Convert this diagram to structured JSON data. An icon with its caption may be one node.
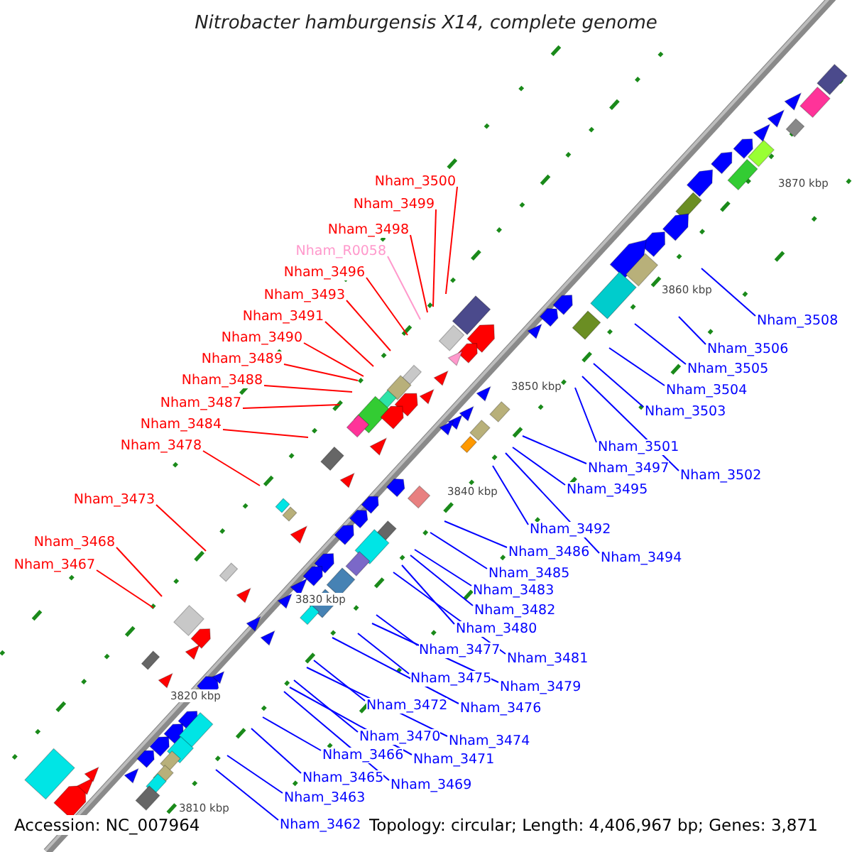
{
  "diagram": {
    "title": "Nitrobacter hamburgensis X14, complete genome",
    "nodes": [
      {
        "text": [
          "Nham_3500"
        ]
      },
      {
        "text": [
          "Nham_3499"
        ]
      },
      {
        "text": [
          "Nham_3498"
        ]
      },
      {
        "text": [
          "Nham_R0058"
        ]
      },
      {
        "text": [
          "Nham_3496"
        ]
      },
      {
        "text": [
          "Nham_3493"
        ]
      },
      {
        "text": [
          "Nham_3491"
        ]
      },
      {
        "text": [
          "Nham_3490"
        ]
      },
      {
        "text": [
          "Nham_3489"
        ]
      },
      {
        "text": [
          "Nham_3488"
        ]
      },
      {
        "text": [
          "Nham_3487"
        ]
      },
      {
        "text": [
          "Nham_3484"
        ]
      },
      {
        "text": [
          "Nham_3478"
        ]
      },
      {
        "text": [
          "Nham_3473"
        ]
      },
      {
        "text": [
          "Nham_3468"
        ]
      },
      {
        "text": [
          "Nham_3467"
        ]
      },
      {
        "text": [
          "Nham_3508"
        ]
      },
      {
        "text": [
          "Nham_3506"
        ]
      },
      {
        "text": [
          "Nham_3505"
        ]
      },
      {
        "text": [
          "Nham_3504"
        ]
      },
      {
        "text": [
          "Nham_3503"
        ]
      },
      {
        "text": [
          "Nham_3501"
        ]
      },
      {
        "text": [
          "Nham_3497"
        ]
      },
      {
        "text": [
          "Nham_3502"
        ]
      },
      {
        "text": [
          "Nham_3495"
        ]
      },
      {
        "text": [
          "Nham_3492"
        ]
      },
      {
        "text": [
          "Nham_3486"
        ]
      },
      {
        "text": [
          "Nham_3494"
        ]
      },
      {
        "text": [
          "Nham_3485"
        ]
      },
      {
        "text": [
          "Nham_3483"
        ]
      },
      {
        "text": [
          "Nham_3482"
        ]
      },
      {
        "text": [
          "Nham_3480"
        ]
      },
      {
        "text": [
          "Nham_3477"
        ]
      },
      {
        "text": [
          "Nham_3481"
        ]
      },
      {
        "text": [
          "Nham_3475"
        ]
      },
      {
        "text": [
          "Nham_3479"
        ]
      },
      {
        "text": [
          "Nham_3472"
        ]
      },
      {
        "text": [
          "Nham_3476"
        ]
      },
      {
        "text": [
          "Nham_3470"
        ]
      },
      {
        "text": [
          "Nham_3474"
        ]
      },
      {
        "text": [
          "Nham_3466"
        ]
      },
      {
        "text": [
          "Nham_3471"
        ]
      },
      {
        "text": [
          "Nham_3465"
        ]
      },
      {
        "text": [
          "Nham_3469"
        ]
      },
      {
        "text": [
          "Nham_3463"
        ]
      },
      {
        "text": [
          "Nham_3462"
        ]
      }
    ],
    "edges": [
      {
        "from": 0,
        "to": null,
        "arrow": "none",
        "color": "#ff0000"
      },
      {
        "from": 1,
        "to": null,
        "arrow": "none",
        "color": "#ff0000"
      },
      {
        "from": 2,
        "to": null,
        "arrow": "none",
        "color": "#ff0000"
      },
      {
        "from": 3,
        "to": null,
        "arrow": "none",
        "color": "#ff99cc"
      },
      {
        "from": 4,
        "to": null,
        "arrow": "none",
        "color": "#ff0000"
      },
      {
        "from": 5,
        "to": null,
        "arrow": "none",
        "color": "#ff0000"
      },
      {
        "from": 6,
        "to": null,
        "arrow": "none",
        "color": "#ff0000"
      },
      {
        "from": 7,
        "to": null,
        "arrow": "none",
        "color": "#ff0000"
      },
      {
        "from": 8,
        "to": null,
        "arrow": "none",
        "color": "#ff0000"
      },
      {
        "from": 9,
        "to": null,
        "arrow": "none",
        "color": "#ff0000"
      },
      {
        "from": 10,
        "to": null,
        "arrow": "none",
        "color": "#ff0000"
      },
      {
        "from": 11,
        "to": null,
        "arrow": "none",
        "color": "#ff0000"
      },
      {
        "from": 12,
        "to": null,
        "arrow": "none",
        "color": "#ff0000"
      },
      {
        "from": 13,
        "to": null,
        "arrow": "none",
        "color": "#ff0000"
      },
      {
        "from": 14,
        "to": null,
        "arrow": "none",
        "color": "#ff0000"
      },
      {
        "from": 15,
        "to": null,
        "arrow": "none",
        "color": "#ff0000"
      },
      {
        "from": 16,
        "to": null,
        "arrow": "none"
      },
      {
        "from": 17,
        "to": null,
        "arrow": "none"
      },
      {
        "from": 18,
        "to": null,
        "arrow": "none"
      },
      {
        "from": 19,
        "to": null,
        "arrow": "none"
      },
      {
        "from": 20,
        "to": null,
        "arrow": "none"
      },
      {
        "from": 21,
        "to": null,
        "arrow": "none"
      },
      {
        "from": 22,
        "to": null,
        "arrow": "none"
      },
      {
        "from": 23,
        "to": null,
        "arrow": "none"
      },
      {
        "from": 24,
        "to": null,
        "arrow": "none"
      },
      {
        "from": 25,
        "to": null,
        "arrow": "none"
      },
      {
        "from": 26,
        "to": null,
        "arrow": "none"
      },
      {
        "from": 27,
        "to": null,
        "arrow": "none"
      },
      {
        "from": 28,
        "to": null,
        "arrow": "none"
      },
      {
        "from": 29,
        "to": null,
        "arrow": "none"
      },
      {
        "from": 30,
        "to": null,
        "arrow": "none"
      },
      {
        "from": 31,
        "to": null,
        "arrow": "none"
      },
      {
        "from": 32,
        "to": null,
        "arrow": "none"
      },
      {
        "from": 33,
        "to": null,
        "arrow": "none"
      },
      {
        "from": 34,
        "to": null,
        "arrow": "none"
      },
      {
        "from": 35,
        "to": null,
        "arrow": "none"
      },
      {
        "from": 36,
        "to": null,
        "arrow": "none"
      },
      {
        "from": 37,
        "to": null,
        "arrow": "none"
      },
      {
        "from": 38,
        "to": null,
        "arrow": "none"
      },
      {
        "from": 39,
        "to": null,
        "arrow": "none"
      },
      {
        "from": 40,
        "to": null,
        "arrow": "none"
      },
      {
        "from": 41,
        "to": null,
        "arrow": "none"
      },
      {
        "from": 42,
        "to": null,
        "arrow": "none"
      },
      {
        "from": 43,
        "to": null,
        "arrow": "none"
      },
      {
        "from": 44,
        "to": null,
        "arrow": "none"
      },
      {
        "from": 45,
        "to": null,
        "arrow": "none"
      }
    ],
    "labels": [
      "3870 kbp",
      "3860 kbp",
      "3850 kbp",
      "3840 kbp",
      "3830 kbp",
      "3820 kbp",
      "3810 kbp",
      "Accession: NC_007964",
      "Topology: circular; Length: 4,406,967 bp; Genes: 3,871"
    ]
  }
}
